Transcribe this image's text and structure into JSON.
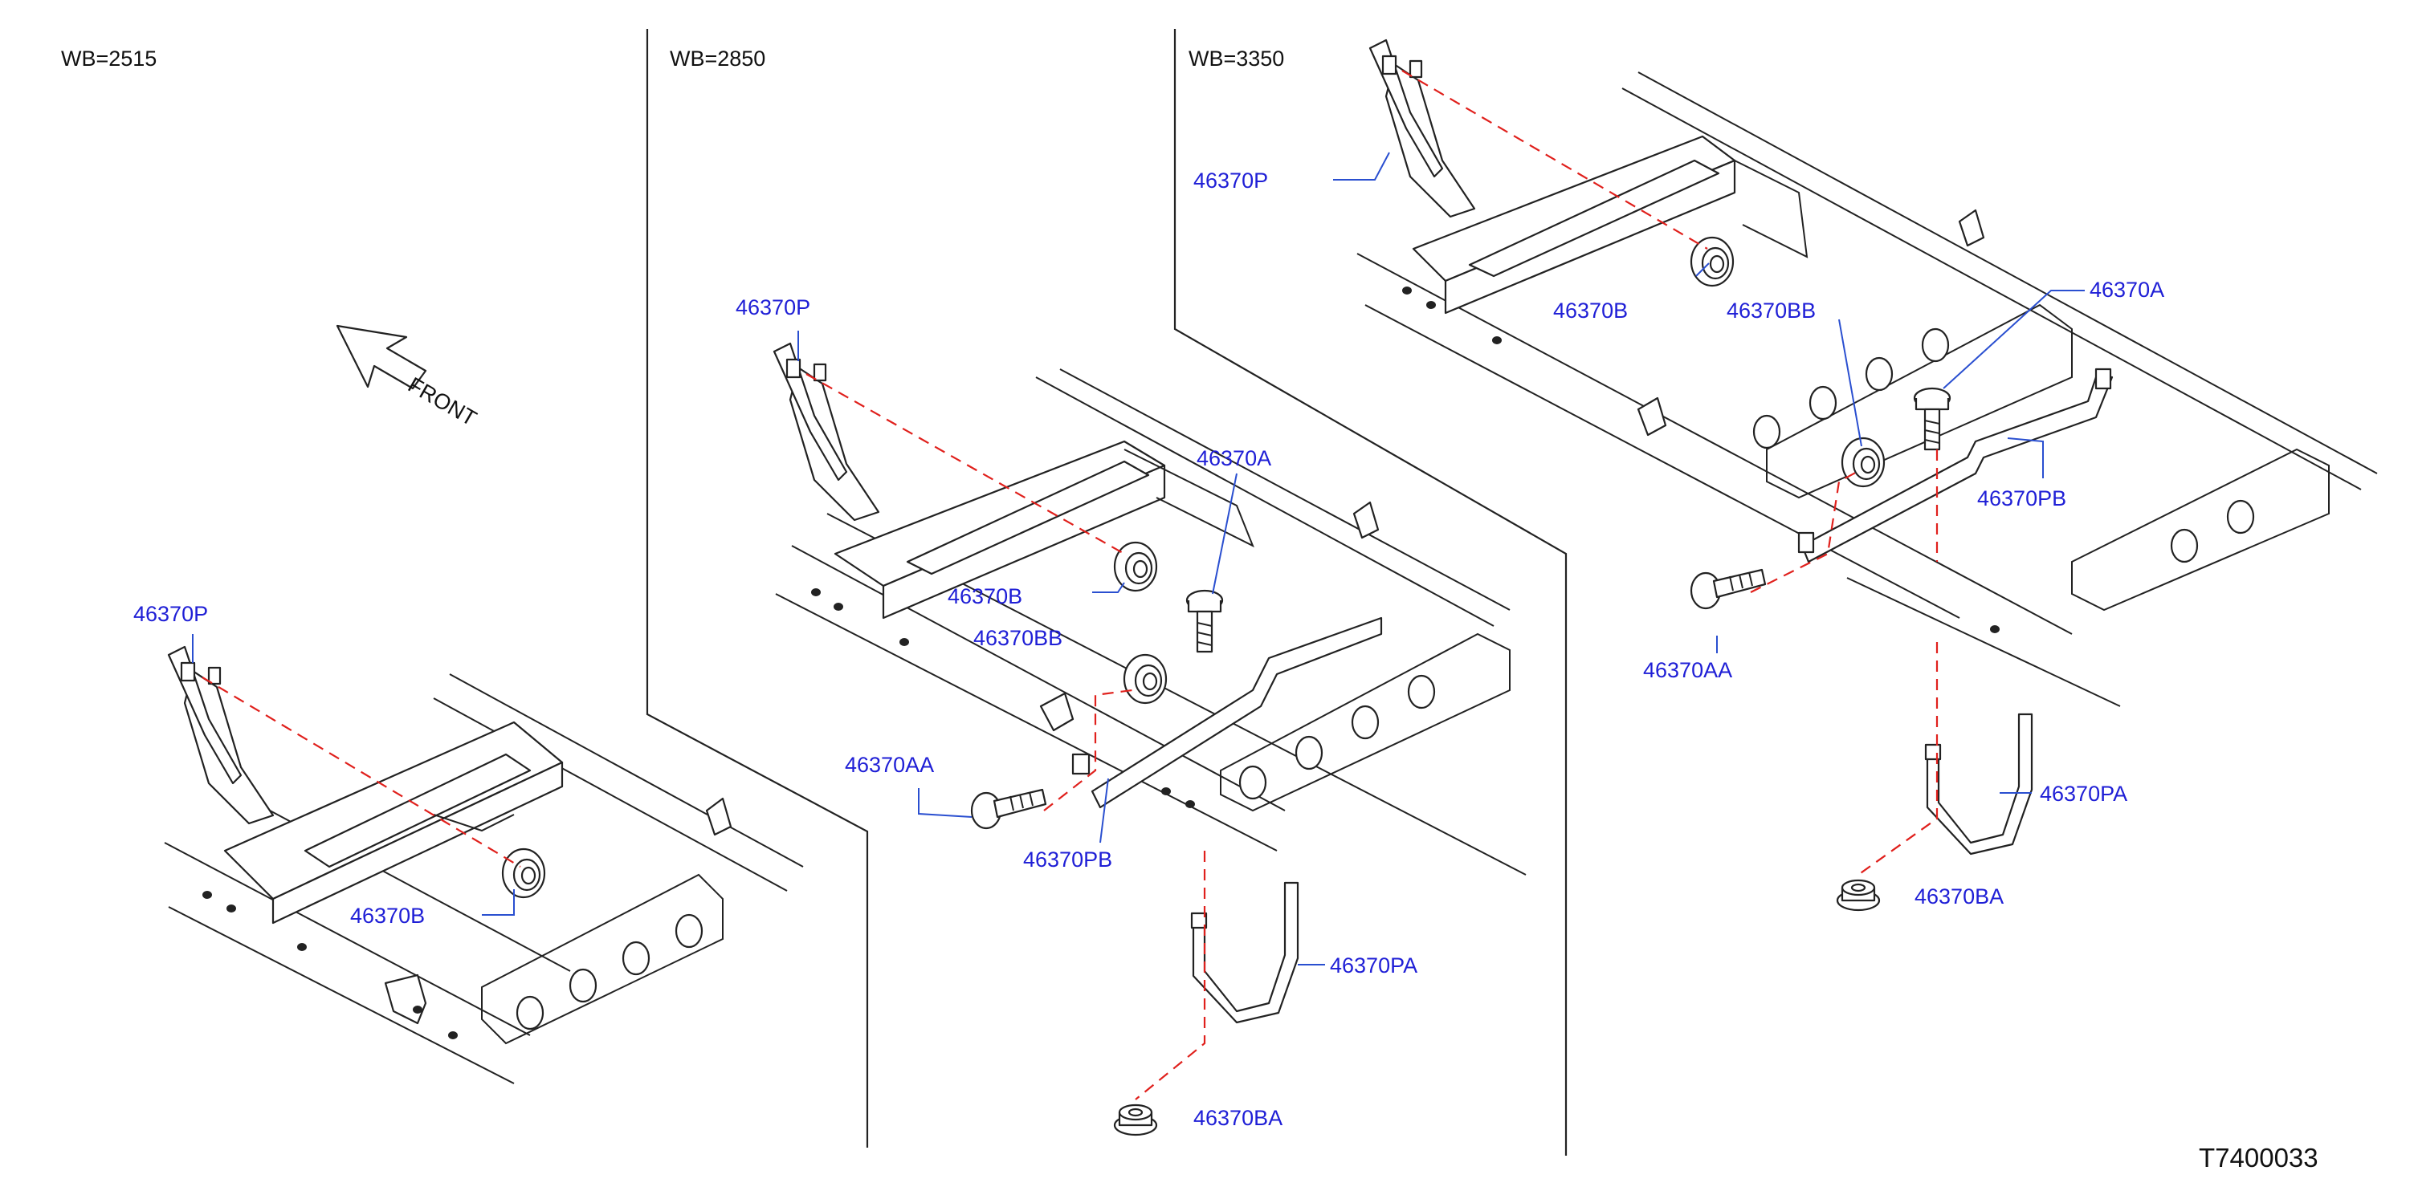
{
  "diagram": {
    "colors": {
      "callout": "#1f1fd6",
      "leader": "#2a4fd0",
      "dashed_line": "#e0201c",
      "line": "#222222"
    },
    "panels": [
      {
        "header": "WB=2515",
        "labels": {
          "p": "46370P",
          "b": "46370B"
        }
      },
      {
        "header": "WB=2850",
        "labels": {
          "p": "46370P",
          "a": "46370A",
          "b": "46370B",
          "bb": "46370BB",
          "aa": "46370AA",
          "pb": "46370PB",
          "pa": "46370PA",
          "ba": "46370BA"
        }
      },
      {
        "header": "WB=3350",
        "labels": {
          "p": "46370P",
          "b": "46370B",
          "bb": "46370BB",
          "a": "46370A",
          "pb": "46370PB",
          "aa": "46370AA",
          "pa": "46370PA",
          "ba": "46370BA"
        }
      }
    ],
    "front_text": "FRONT",
    "icons": [
      "front-arrow-icon"
    ],
    "reference": "T7400033"
  }
}
